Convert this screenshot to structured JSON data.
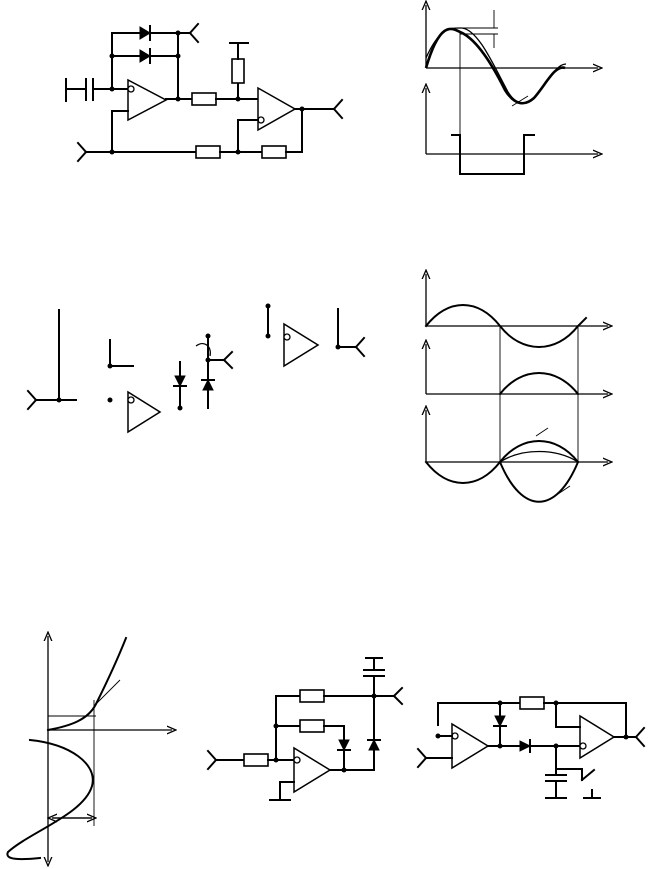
{
  "figure": {
    "panels": [
      {
        "id": "peak-detector-circuit",
        "description": ""
      },
      {
        "id": "peak-detector-waveforms",
        "description": ""
      },
      {
        "id": "partial-circuit",
        "description": ""
      },
      {
        "id": "rectifier-waveforms",
        "description": ""
      },
      {
        "id": "nonlinear-transfer-plot",
        "description": ""
      },
      {
        "id": "diode-op-amp-circuit",
        "description": ""
      },
      {
        "id": "sample-hold-circuit",
        "description": ""
      }
    ]
  },
  "colors": {
    "ink": "#000000",
    "background": "#ffffff"
  }
}
